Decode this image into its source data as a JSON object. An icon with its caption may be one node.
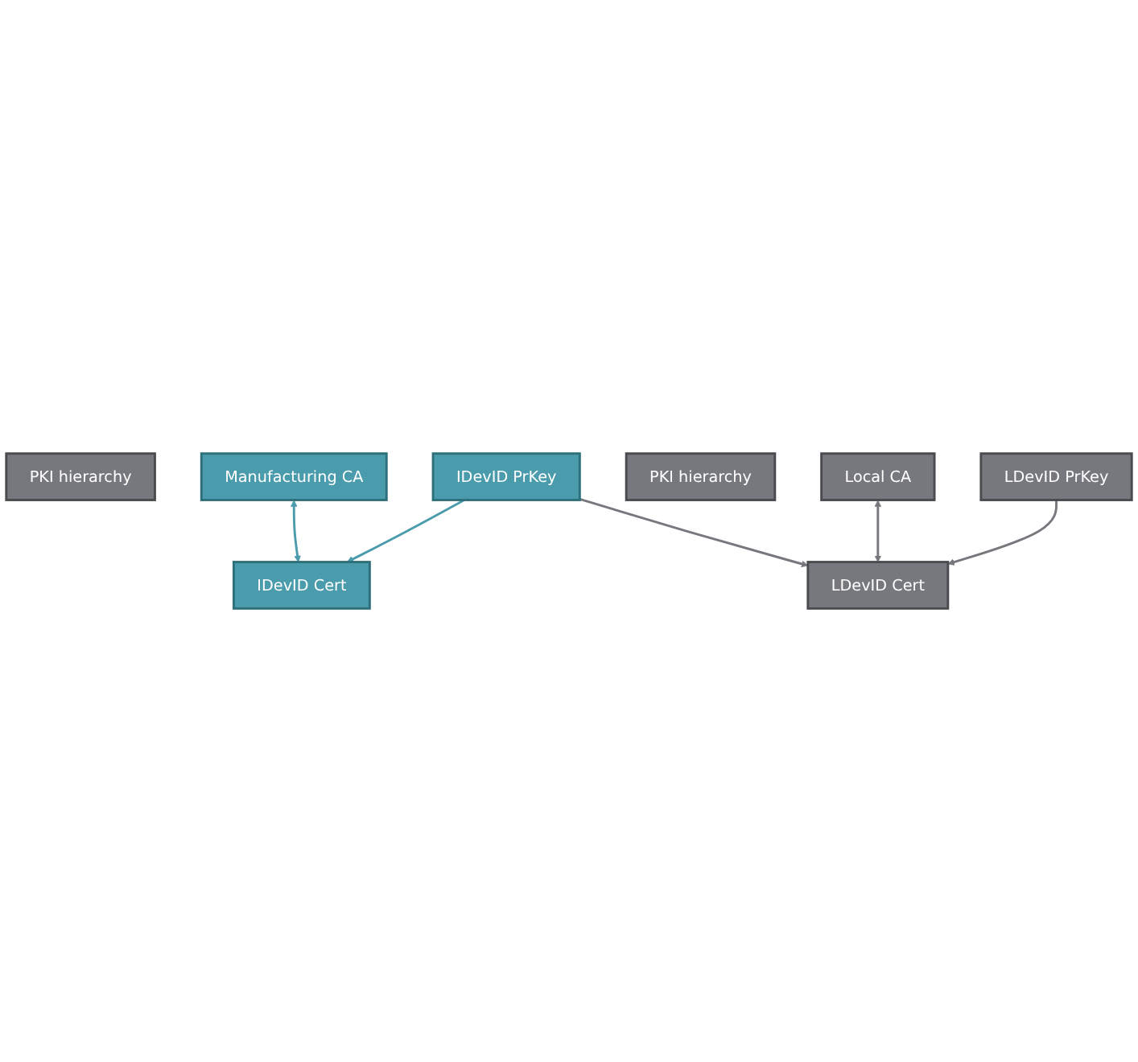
{
  "diagram": {
    "nodes": [
      {
        "text": [
          "PKI hierarchy"
        ]
      },
      {
        "text": [
          "Manufacturing CA"
        ]
      },
      {
        "text": [
          "IDevID Cert"
        ]
      },
      {
        "text": [
          "IDevID PrKey"
        ]
      },
      {
        "text": [
          "PKI hierarchy"
        ]
      },
      {
        "text": [
          "Local CA"
        ]
      },
      {
        "text": [
          "LDevID Cert"
        ]
      },
      {
        "text": [
          "LDevID PrKey"
        ]
      }
    ],
    "edges": [
      {
        "from": 1,
        "to": 2,
        "arrow": "both",
        "color": "#4a9bac"
      },
      {
        "from": 3,
        "to": 2,
        "arrow": "to",
        "color": "#4a9bac"
      },
      {
        "from": 3,
        "to": 6,
        "arrow": "to"
      },
      {
        "from": 5,
        "to": 6,
        "arrow": "both"
      },
      {
        "from": 7,
        "to": 6,
        "arrow": "to"
      }
    ]
  }
}
